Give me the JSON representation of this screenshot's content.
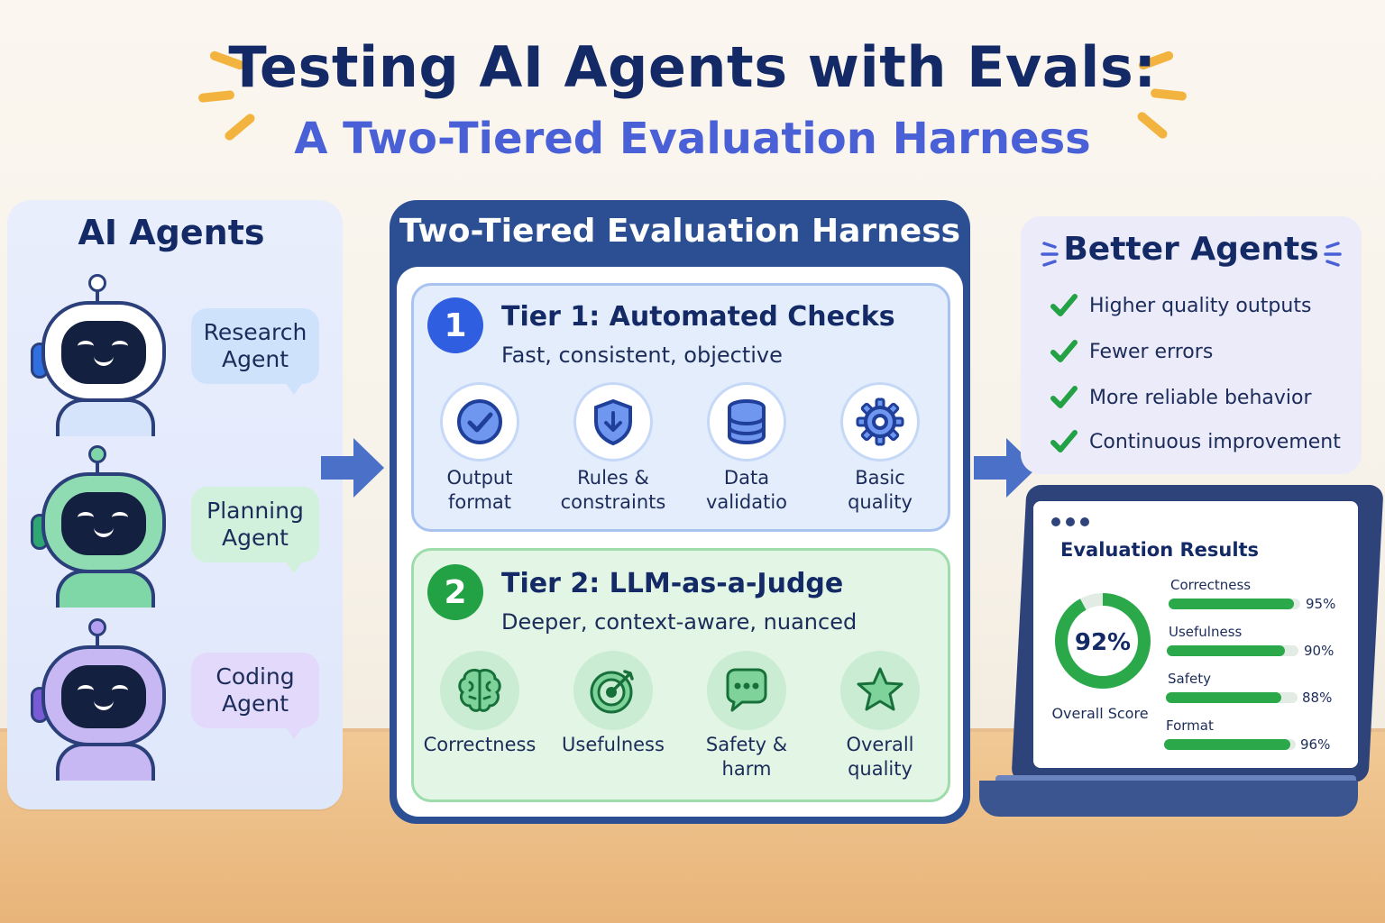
{
  "header": {
    "title": "Testing AI Agents with Evals:",
    "subtitle": "A Two-Tiered Evaluation Harness"
  },
  "agents_panel": {
    "title": "AI Agents",
    "agents": [
      {
        "label_line1": "Research",
        "label_line2": "Agent",
        "color": "#2f6fe0",
        "bubble_color": "#cfe2fb"
      },
      {
        "label_line1": "Planning",
        "label_line2": "Agent",
        "color": "#2fa772",
        "bubble_color": "#d2f1dc"
      },
      {
        "label_line1": "Coding",
        "label_line2": "Agent",
        "color": "#7a5bd6",
        "bubble_color": "#e3dafb"
      }
    ]
  },
  "harness": {
    "title": "Two-Tiered Evaluation Harness",
    "tier1": {
      "number": "1",
      "title": "Tier 1: Automated Checks",
      "subtitle": "Fast, consistent, objective",
      "color": "#2f5fe0",
      "items": [
        {
          "icon": "check-circle-icon",
          "line1": "Output",
          "line2": "format"
        },
        {
          "icon": "shield-icon",
          "line1": "Rules &",
          "line2": "constraints"
        },
        {
          "icon": "database-icon",
          "line1": "Data",
          "line2": "validatio"
        },
        {
          "icon": "gear-icon",
          "line1": "Basic",
          "line2": "quality"
        }
      ]
    },
    "tier2": {
      "number": "2",
      "title": "Tier 2: LLM-as-a-Judge",
      "subtitle": "Deeper, context-aware, nuanced",
      "color": "#22a145",
      "items": [
        {
          "icon": "brain-icon",
          "line1": "Correctness",
          "line2": ""
        },
        {
          "icon": "target-icon",
          "line1": "Usefulness",
          "line2": ""
        },
        {
          "icon": "chat-icon",
          "line1": "Safety &",
          "line2": "harm"
        },
        {
          "icon": "star-icon",
          "line1": "Overall",
          "line2": "quality"
        }
      ]
    }
  },
  "better_agents": {
    "title": "Better Agents",
    "benefits": [
      "Higher quality outputs",
      "Fewer errors",
      "More reliable behavior",
      "Continuous improvement"
    ]
  },
  "results": {
    "title": "Evaluation Results",
    "overall_score": "92%",
    "overall_score_value": 92,
    "overall_label": "Overall Score",
    "metrics": [
      {
        "name": "Correctness",
        "value_text": "95%",
        "value": 95
      },
      {
        "name": "Usefulness",
        "value_text": "90%",
        "value": 90
      },
      {
        "name": "Safety",
        "value_text": "88%",
        "value": 88
      },
      {
        "name": "Format",
        "value_text": "96%",
        "value": 96
      }
    ],
    "accent": "#2aa84a"
  }
}
